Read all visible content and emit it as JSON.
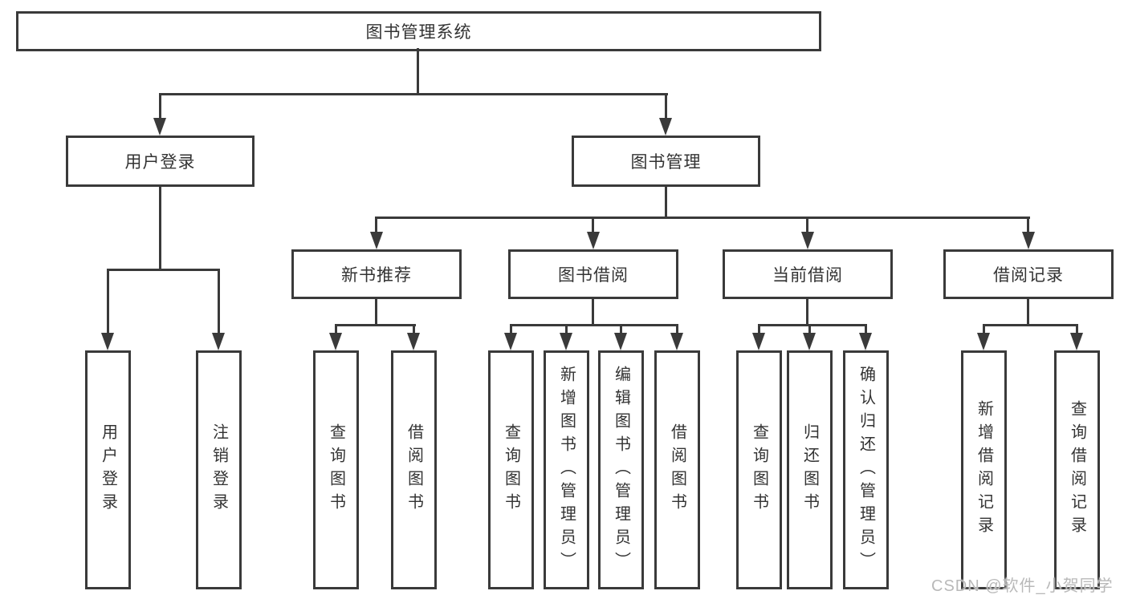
{
  "root": {
    "label": "图书管理系统"
  },
  "user_login": {
    "label": "用户登录",
    "children": [
      {
        "label": "用户登录"
      },
      {
        "label": "注销登录"
      }
    ]
  },
  "book_management": {
    "label": "图书管理",
    "modules": [
      {
        "label": "新书推荐",
        "children": [
          {
            "label": "查询图书"
          },
          {
            "label": "借阅图书"
          }
        ]
      },
      {
        "label": "图书借阅",
        "children": [
          {
            "label": "查询图书"
          },
          {
            "label": "新增图书（管理员）"
          },
          {
            "label": "编辑图书（管理员）"
          },
          {
            "label": "借阅图书"
          }
        ]
      },
      {
        "label": "当前借阅",
        "children": [
          {
            "label": "查询图书"
          },
          {
            "label": "归还图书"
          },
          {
            "label": "确认归还（管理员）"
          }
        ]
      },
      {
        "label": "借阅记录",
        "children": [
          {
            "label": "新增借阅记录"
          },
          {
            "label": "查询借阅记录"
          }
        ]
      }
    ]
  },
  "watermark": "CSDN @软件_小贺同学",
  "colors": {
    "line": "#3a3a3a",
    "text": "#333333",
    "watermark": "#b9b9b9",
    "background": "#ffffff"
  }
}
